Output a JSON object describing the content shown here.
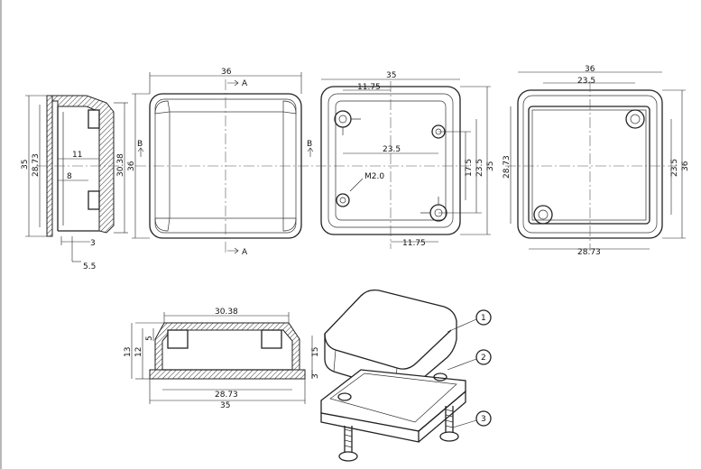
{
  "views": {
    "side_section": {
      "dims": {
        "height": "35",
        "inner": "28.73",
        "right": "30.38",
        "d11": "11",
        "d8": "8",
        "d3": "3",
        "d55": "5.5"
      }
    },
    "top_view": {
      "dims": {
        "width": "36",
        "height": "36"
      },
      "section_labels": {
        "a_top": "A",
        "a_bottom": "A",
        "b_left": "B",
        "b_right": "B"
      }
    },
    "base_view": {
      "dims": {
        "width": "35",
        "offset_top": "11.75",
        "mid": "23.5",
        "offset_bottom": "11.75",
        "v175": "17.5",
        "v235": "23.5",
        "v35": "35",
        "screw": "M2.0"
      }
    },
    "bottom_view": {
      "dims": {
        "width": "36",
        "holes": "23.5",
        "inner": "28.73",
        "left": "28.73",
        "right1": "23.5",
        "right2": "36"
      }
    },
    "front_section": {
      "dims": {
        "top": "30.38",
        "d13": "13",
        "d12": "12",
        "d5": "5",
        "d15": "15",
        "d3": "3",
        "inner": "28.73",
        "bottom": "35"
      }
    },
    "exploded": {
      "callouts": [
        "1",
        "2",
        "3"
      ]
    }
  }
}
